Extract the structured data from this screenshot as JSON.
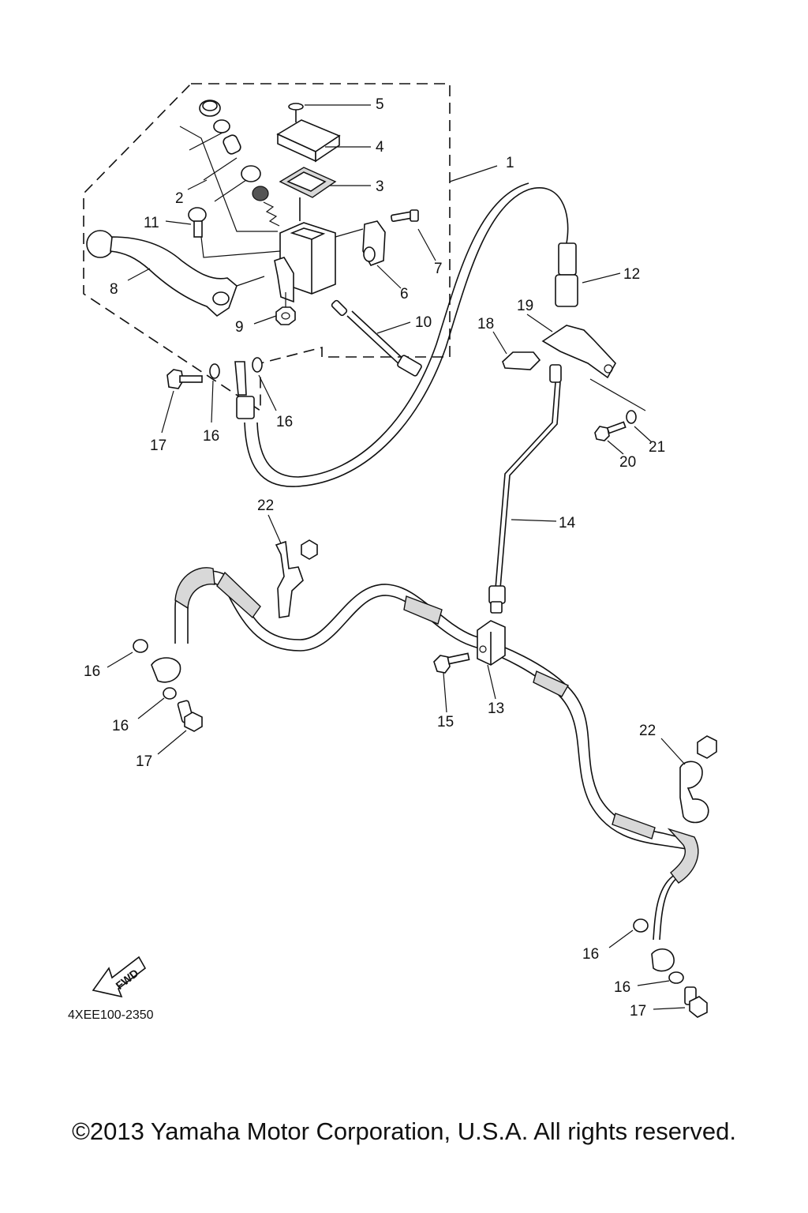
{
  "labels": {
    "p1": "1",
    "p2": "2",
    "p3": "3",
    "p4": "4",
    "p5": "5",
    "p6": "6",
    "p7": "7",
    "p8": "8",
    "p9": "9",
    "p10": "10",
    "p11": "11",
    "p12": "12",
    "p13": "13",
    "p14": "14",
    "p15": "15",
    "p16a": "16",
    "p16b": "16",
    "p16c": "16",
    "p16d": "16",
    "p16e": "16",
    "p16f": "16",
    "p17a": "17",
    "p17b": "17",
    "p17c": "17",
    "p18": "18",
    "p19": "19",
    "p20": "20",
    "p21": "21",
    "p22a": "22",
    "p22b": "22"
  },
  "fwd_label": "FWD",
  "diagram_code": "4XEE100-2350",
  "copyright": "©2013 Yamaha Motor Corporation, U.S.A. All rights reserved."
}
